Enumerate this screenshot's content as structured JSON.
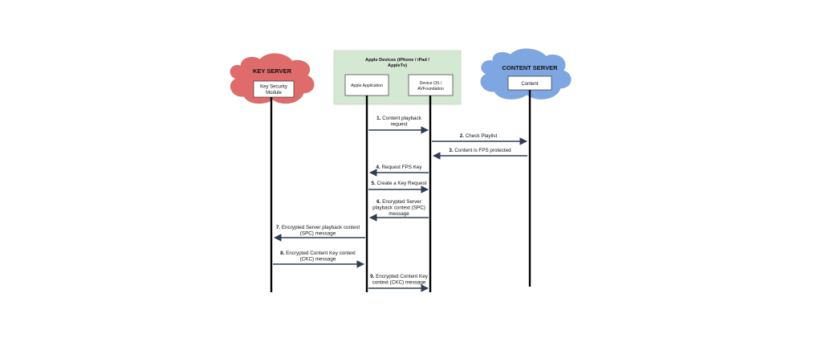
{
  "key_server": {
    "title": "KEY SERVER",
    "box_lines": [
      "Key Security",
      "Module"
    ],
    "cloud_color": "#e06b6b"
  },
  "content_server": {
    "title": "CONTENT SERVER",
    "box_label": "Content",
    "cloud_color": "#7ea6e0"
  },
  "apple_devices": {
    "title_lines": [
      "Apple Devices (iPhone / iPad /",
      "AppleTv)"
    ],
    "app_label": "Apple Application",
    "os_lines": [
      "Device OS /",
      "AVFoundation"
    ],
    "fill_color": "#d5e8d4"
  },
  "messages": [
    {
      "num": "1.",
      "lines": [
        "Content playback",
        "request"
      ]
    },
    {
      "num": "2.",
      "lines": [
        "Check Playlist"
      ]
    },
    {
      "num": "3.",
      "lines": [
        "Content is FPS protected"
      ]
    },
    {
      "num": "4.",
      "lines": [
        "Request FPS Key"
      ]
    },
    {
      "num": "5.",
      "lines": [
        "Create a Key Request"
      ]
    },
    {
      "num": "6.",
      "lines": [
        "Encrypted Server",
        "playback context (SPC)",
        "message"
      ]
    },
    {
      "num": "7.",
      "lines": [
        "Encrypted Server playback context",
        "(SPC) message"
      ]
    },
    {
      "num": "8.",
      "lines": [
        "Encrypted Content Key context",
        "(CKC) message"
      ]
    },
    {
      "num": "9.",
      "lines": [
        "Encrypted Content Key",
        "context (CKC) message"
      ]
    }
  ],
  "arrow_color": "#2f3e50"
}
